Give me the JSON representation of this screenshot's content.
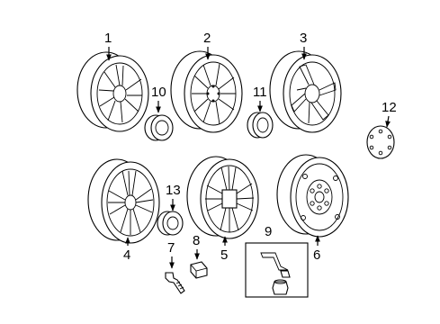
{
  "callouts": {
    "c1": "1",
    "c2": "2",
    "c3": "3",
    "c4": "4",
    "c5": "5",
    "c6": "6",
    "c7": "7",
    "c8": "8",
    "c9": "9",
    "c10": "10",
    "c11": "11",
    "c12": "12",
    "c13": "13"
  },
  "parts": [
    {
      "callout": "1",
      "icon": "alloy-wheel-5-spoke-icon"
    },
    {
      "callout": "2",
      "icon": "alloy-wheel-6-spoke-icon"
    },
    {
      "callout": "3",
      "icon": "alloy-wheel-star-icon"
    },
    {
      "callout": "4",
      "icon": "alloy-wheel-split-spoke-icon"
    },
    {
      "callout": "5",
      "icon": "alloy-wheel-multi-spoke-icon"
    },
    {
      "callout": "6",
      "icon": "steel-spare-wheel-icon"
    },
    {
      "callout": "7",
      "icon": "wheel-stud-icon"
    },
    {
      "callout": "8",
      "icon": "lug-nut-icon"
    },
    {
      "callout": "9",
      "icon": "wheel-lock-kit-icon"
    },
    {
      "callout": "10",
      "icon": "center-cap-icon"
    },
    {
      "callout": "11",
      "icon": "center-cap-icon"
    },
    {
      "callout": "12",
      "icon": "wheel-ornament-icon"
    },
    {
      "callout": "13",
      "icon": "center-cap-icon"
    }
  ]
}
